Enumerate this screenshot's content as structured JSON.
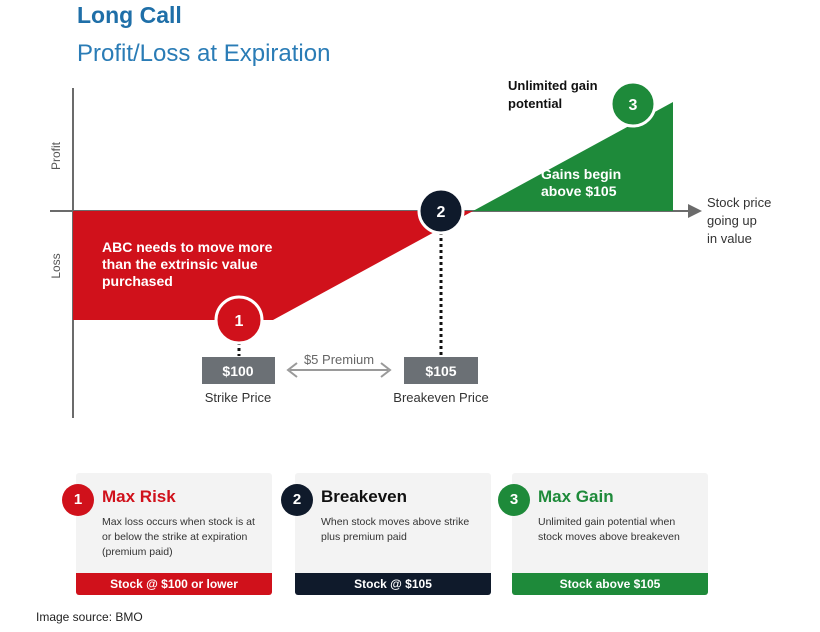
{
  "header": {
    "title": "Long Call",
    "subtitle": "Profit/Loss at Expiration"
  },
  "chart_data": {
    "type": "area",
    "axes": {
      "y_top_label": "Profit",
      "y_bottom_label": "Loss",
      "x_label_lines": [
        "Stock price",
        "going up",
        "in value"
      ]
    },
    "series": [
      {
        "x": [
          95,
          100,
          105,
          110
        ],
        "y": [
          -5,
          -5,
          0,
          5
        ]
      }
    ],
    "annotations": {
      "loss_text_lines": [
        "ABC needs to move more",
        "than the extrinsic value",
        "purchased"
      ],
      "gain_text_lines": [
        "Gains begin",
        "above $105"
      ],
      "unlimited_text_lines": [
        "Unlimited gain",
        "potential"
      ],
      "marker_1": "1",
      "marker_2": "2",
      "marker_3": "3",
      "strike_box": "$100",
      "strike_label": "Strike Price",
      "breakeven_box": "$105",
      "breakeven_label": "Breakeven Price",
      "premium_label": "$5 Premium"
    },
    "colors": {
      "loss": "#d0111b",
      "gain": "#1e8a3a",
      "breakeven": "#0f1a2b",
      "box": "#6b7075",
      "axis": "#6b6b6b"
    }
  },
  "cards": [
    {
      "number": "1",
      "title": "Max Risk",
      "desc": "Max loss occurs when stock is at or below the strike at expiration (premium paid)",
      "footer": "Stock @ $100 or lower",
      "color": "#d0111b"
    },
    {
      "number": "2",
      "title": "Breakeven",
      "desc": "When stock moves above strike plus premium paid",
      "footer": "Stock @ $105",
      "color": "#0f1a2b"
    },
    {
      "number": "3",
      "title": "Max Gain",
      "desc": "Unlimited gain potential when stock moves above breakeven",
      "footer": "Stock above $105",
      "color": "#1e8a3a"
    }
  ],
  "source": "Image source: BMO"
}
